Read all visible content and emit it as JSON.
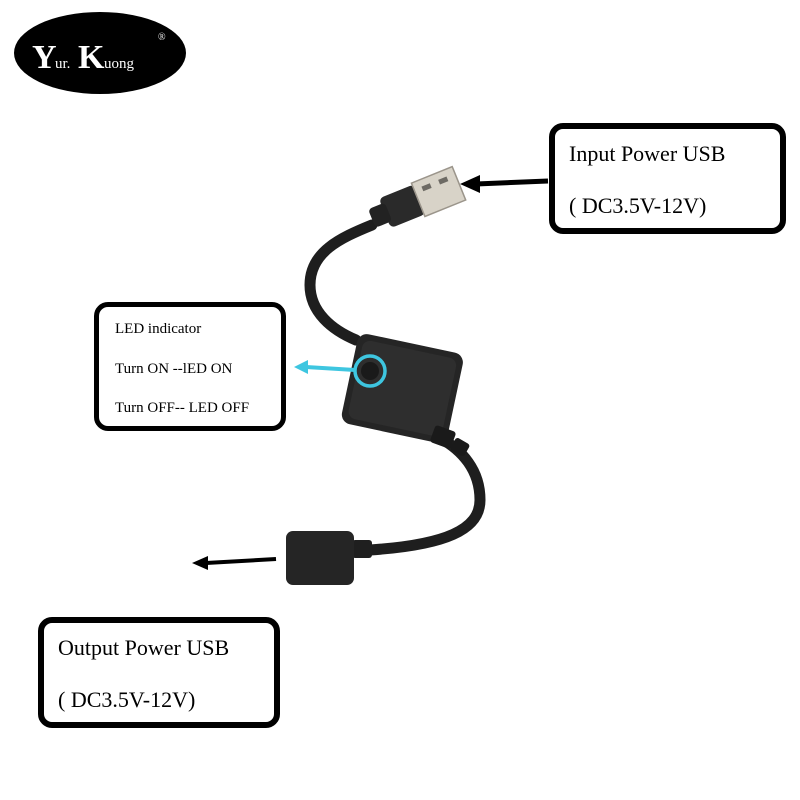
{
  "logo": {
    "brand_y": "Y",
    "brand_ur": "ur.",
    "brand_k": "K",
    "brand_uong": "uong",
    "registered": "®"
  },
  "input_callout": {
    "title": "Input Power USB",
    "spec": "( DC3.5V-12V)"
  },
  "led_callout": {
    "heading": "LED indicator",
    "on_text": "Turn ON --lED ON",
    "off_text": "Turn OFF-- LED OFF",
    "pointer_color": "#3ec6e0"
  },
  "output_callout": {
    "title": "Output Power USB",
    "spec": "( DC3.5V-12V)"
  },
  "colors": {
    "cable": "#1e1e1e",
    "plug_metal": "#d8d3c8",
    "led_ring": "#3ec6e0"
  }
}
